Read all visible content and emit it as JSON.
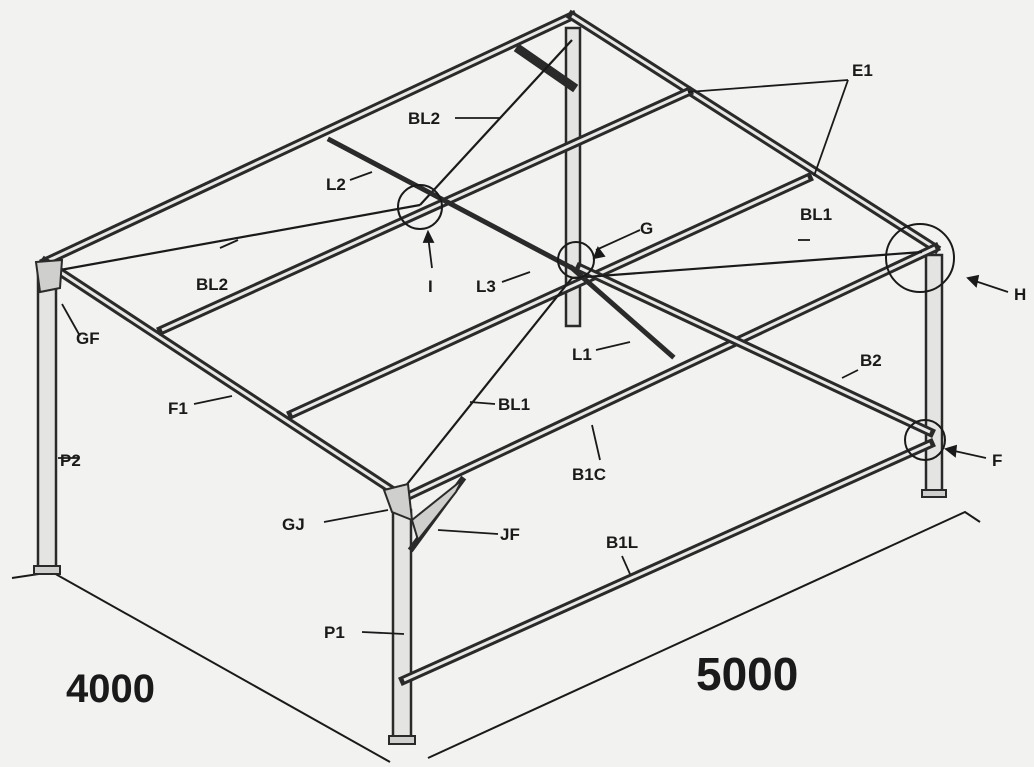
{
  "labels": {
    "E1": "E1",
    "BL2_top": "BL2",
    "L2": "L2",
    "G": "G",
    "BL1_right": "BL1",
    "H": "H",
    "BL2_left": "BL2",
    "I": "I",
    "L3": "L3",
    "GF": "GF",
    "L1": "L1",
    "B2": "B2",
    "BL1_center": "BL1",
    "F1": "F1",
    "B1C": "B1C",
    "F": "F",
    "P2": "P2",
    "GJ": "GJ",
    "JF": "JF",
    "B1L": "B1L",
    "P1": "P1"
  },
  "dimensions": {
    "width": "4000",
    "length": "5000"
  }
}
